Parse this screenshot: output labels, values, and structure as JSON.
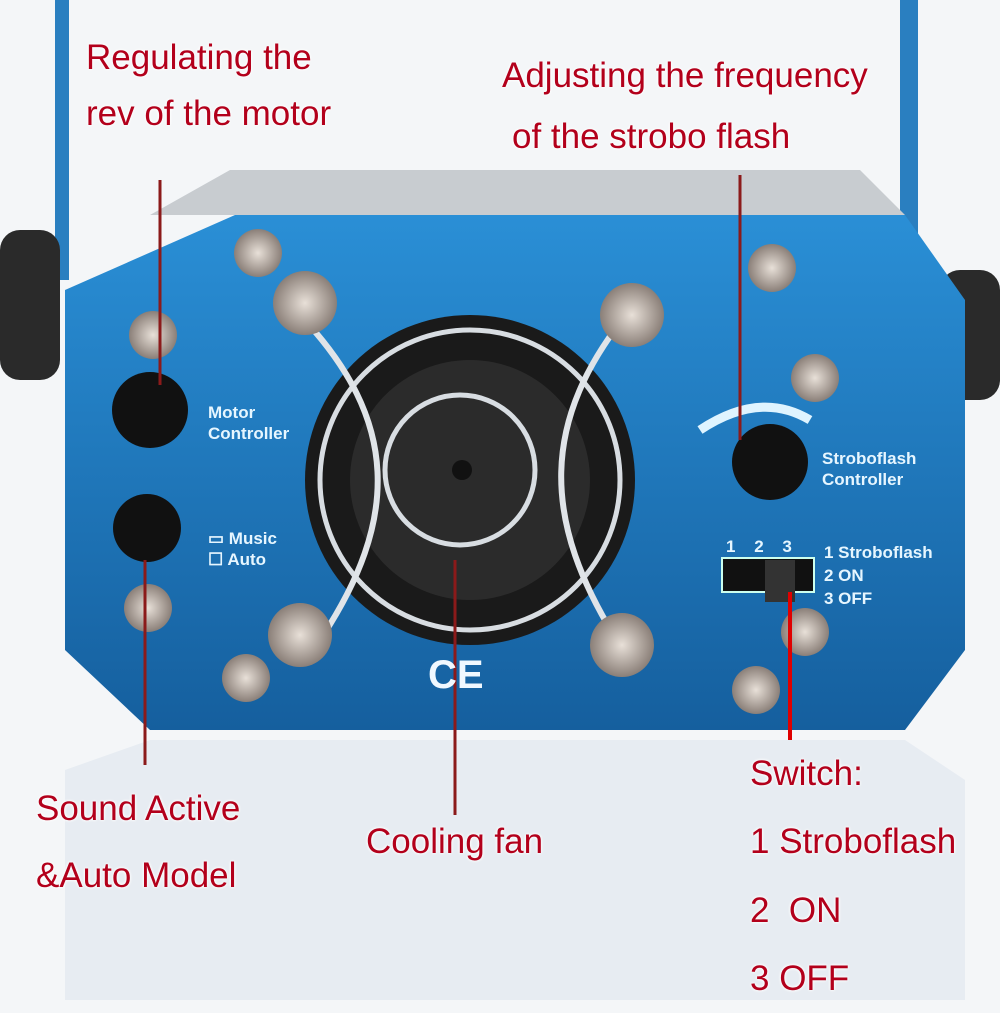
{
  "callouts": {
    "motor": [
      "Regulating the",
      "rev of the motor"
    ],
    "strobo": [
      "Adjusting the frequency",
      "of the strobo flash"
    ],
    "sound": [
      "Sound Active",
      "&Auto Model"
    ],
    "fan": "Cooling fan",
    "switch": [
      "Switch:",
      "1 Stroboflash",
      "2  ON",
      "3 OFF"
    ]
  },
  "panel": {
    "motor_label": [
      "Motor",
      "Controller"
    ],
    "mode_options": [
      "Music",
      "Auto"
    ],
    "strobo_label": [
      "Stroboflash",
      "Controller"
    ],
    "switch_positions": [
      "1",
      "2",
      "3"
    ],
    "switch_legend": [
      "1 Stroboflash",
      "2 ON",
      "3 OFF"
    ],
    "ce_mark": "CE"
  },
  "colors": {
    "panel": "#1f7fc4",
    "callout": "#b3001b",
    "line": "#8b1a1a"
  }
}
